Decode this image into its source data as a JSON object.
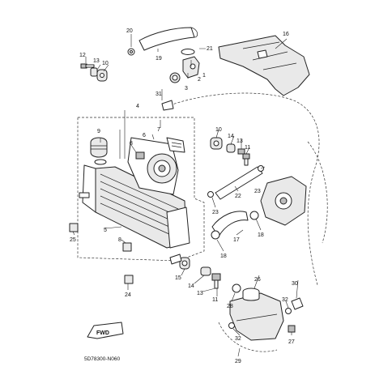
{
  "callouts": [
    "1",
    "2",
    "3",
    "4",
    "5",
    "6",
    "7",
    "8",
    "9",
    "10",
    "11",
    "12",
    "13",
    "14",
    "15",
    "16",
    "17",
    "18",
    "19",
    "20",
    "21",
    "22",
    "23",
    "24",
    "25",
    "26",
    "27",
    "28",
    "29",
    "30",
    "31",
    "32"
  ],
  "front_arrow_label": "FWD",
  "diagram_code": "5D78300-N060"
}
